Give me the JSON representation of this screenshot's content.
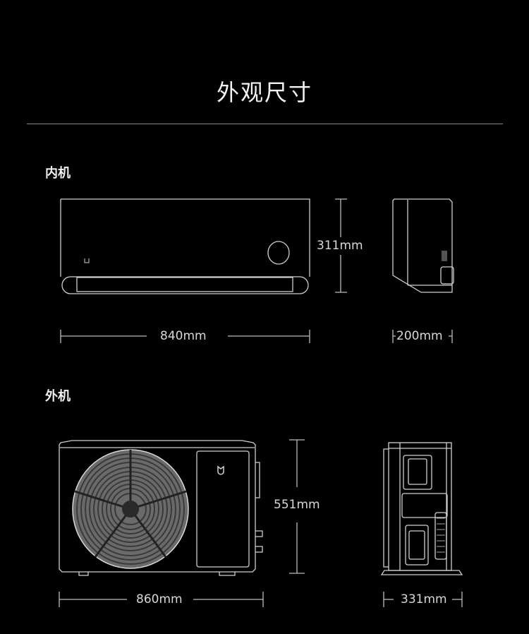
{
  "title": "外观尺寸",
  "indoor": {
    "label": "内机",
    "height": "311mm",
    "width": "840mm",
    "depth": "200mm"
  },
  "outdoor": {
    "label": "外机",
    "height": "551mm",
    "width": "860mm",
    "depth": "331mm"
  },
  "colors": {
    "background": "#000000",
    "line": "#cfcfcf",
    "text": "#ffffff"
  }
}
